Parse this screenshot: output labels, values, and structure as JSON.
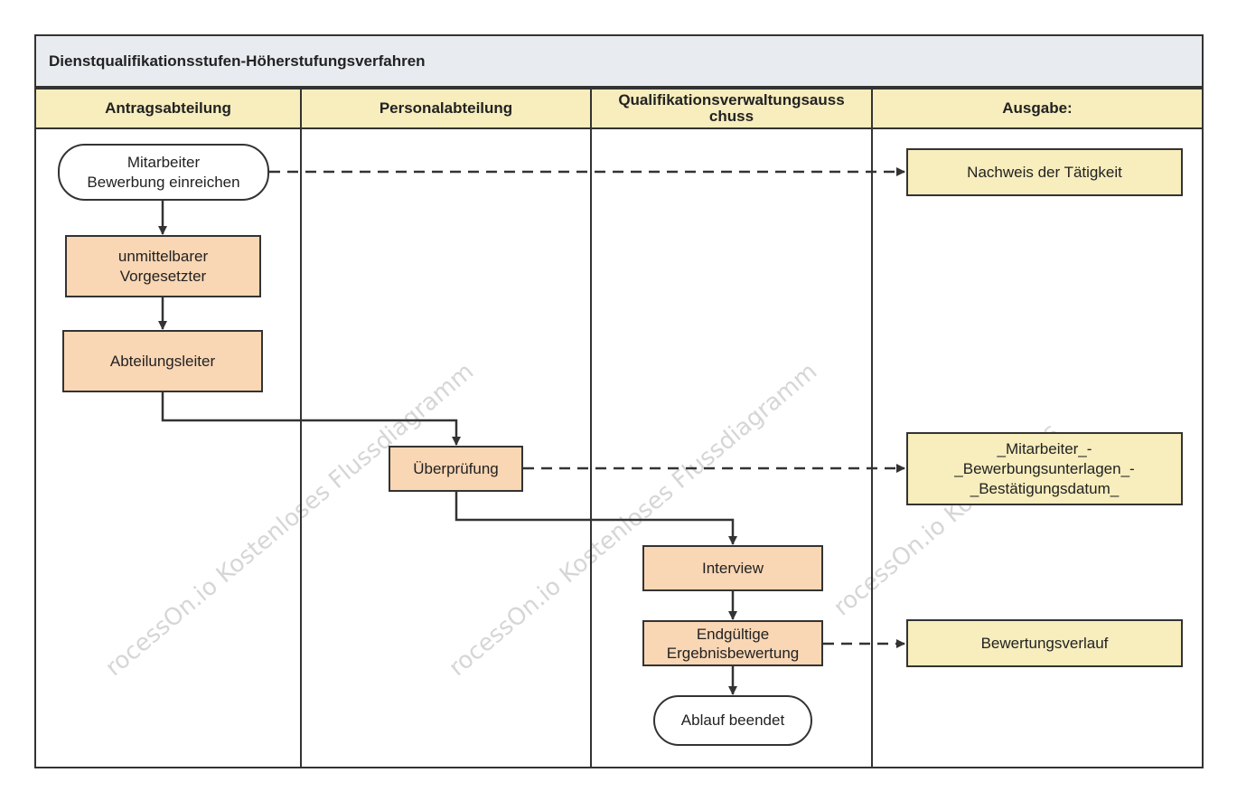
{
  "title": "Dienstqualifikationsstufen-Höherstufungsverfahren",
  "lanes": [
    {
      "label": "Antragsabteilung"
    },
    {
      "label": "Personalabteilung"
    },
    {
      "label": "Qualifikationsverwaltungsauss\nchuss"
    },
    {
      "label": "Ausgabe:"
    }
  ],
  "nodes": {
    "start": "Mitarbeiter\nBewerbung einreichen",
    "supervisor": "unmittelbarer\nVorgesetzter",
    "dept_head": "Abteilungsleiter",
    "review": "Überprüfung",
    "interview": "Interview",
    "final_eval": "Endgültige\nErgebnisbewertung",
    "end": "Ablauf beendet",
    "out_proof": "Nachweis der Tätigkeit",
    "out_docs": "_Mitarbeiter_-\n_Bewerbungsunterlagen_-\n_Bestätigungsdatum_",
    "out_history": "Bewertungsverlauf"
  },
  "colors": {
    "process_fill": "#f9d6b4",
    "output_fill": "#f7edbd",
    "header_fill": "#f7edbd",
    "title_fill": "#e8ebef",
    "line": "#333333"
  }
}
